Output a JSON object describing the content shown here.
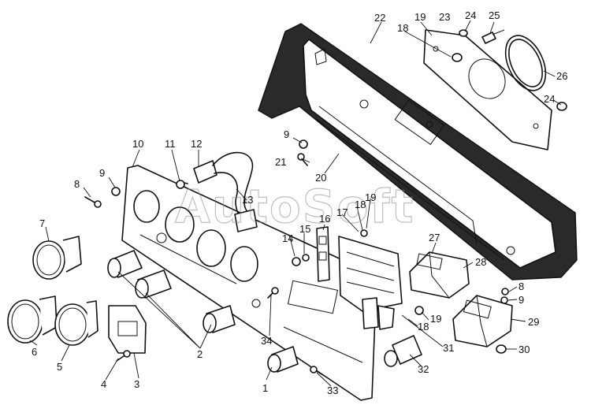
{
  "watermark": "AutoSoft",
  "callouts": {
    "n1": "1",
    "n2": "2",
    "n3": "3",
    "n4": "4",
    "n5": "5",
    "n6": "6",
    "n7": "7",
    "n8": "8",
    "n8b": "8",
    "n9": "9",
    "n9b": "9",
    "n9c": "9",
    "n10": "10",
    "n11": "11",
    "n12": "12",
    "n13": "13",
    "n14": "14",
    "n15": "15",
    "n16": "16",
    "n17": "17",
    "n18a": "18",
    "n18b": "18",
    "n18c": "18",
    "n19a": "19",
    "n19b": "19",
    "n19c": "19",
    "n20": "20",
    "n21": "21",
    "n22": "22",
    "n23": "23",
    "n24a": "24",
    "n24b": "24",
    "n25": "25",
    "n26": "26",
    "n27": "27",
    "n28": "28",
    "n29": "29",
    "n30": "30",
    "n31": "31",
    "n32": "32",
    "n33": "33",
    "n34": "34"
  }
}
